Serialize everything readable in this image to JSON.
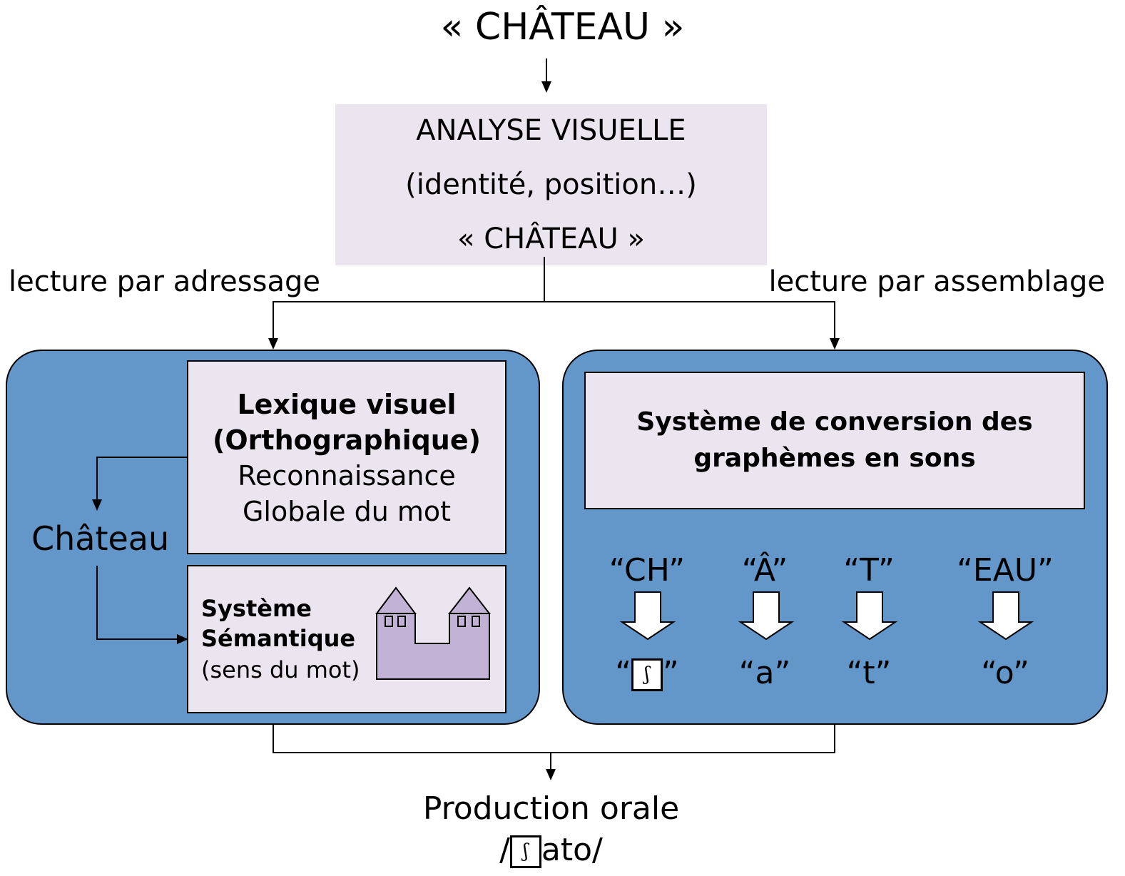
{
  "top_word": "« CHÂTEAU »",
  "analyse": {
    "line1": "ANALYSE VISUELLE",
    "line2": "(identité, position…)",
    "line3": "« CHÂTEAU »"
  },
  "routes": {
    "left": "lecture par adressage",
    "right": "lecture par assemblage"
  },
  "left_panel": {
    "lexique": {
      "title1": "Lexique visuel",
      "title2": "(Orthographique)",
      "line3": "Reconnaissance",
      "line4": "Globale du mot"
    },
    "word": "Château",
    "semantique": {
      "line1": "Système",
      "line2": "Sémantique",
      "line3": "(sens du mot)"
    },
    "castle_icon": "castle-icon"
  },
  "right_panel": {
    "conversion": {
      "line1": "Système de conversion des",
      "line2": "graphèmes en sons"
    },
    "graphemes": [
      "“CH”",
      "“Â”",
      "“T”",
      "“EAU”"
    ],
    "sounds": [
      "“”",
      "“a”",
      "“t”",
      "“o”"
    ],
    "phoneme_symbol": "ʃ"
  },
  "production": {
    "line1": "Production orale",
    "line2_prefix": "/",
    "line2_suffix": "ato/"
  },
  "colors": {
    "panel": "#6497c9",
    "box": "#ebe5f0",
    "castle": "#c2b3d6"
  }
}
